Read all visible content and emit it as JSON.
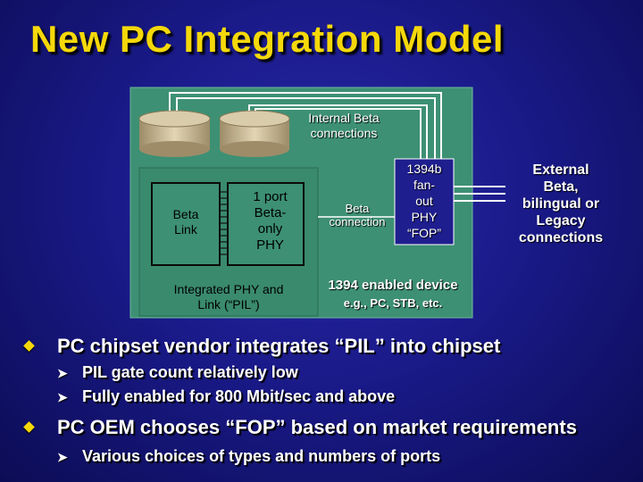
{
  "title": "New PC Integration Model",
  "diagram": {
    "internal_beta": "Internal Beta connections",
    "beta_link": [
      "Beta",
      "Link"
    ],
    "one_port_phy": [
      "1 port",
      "Beta-",
      "only",
      "PHY"
    ],
    "pil_label": [
      "Integrated PHY and",
      "Link (“PIL”)"
    ],
    "beta_connection": [
      "Beta",
      "connection"
    ],
    "fop": [
      "1394b",
      "fan-",
      "out",
      "PHY",
      "“FOP”"
    ],
    "external": [
      "External",
      "Beta,",
      "bilingual or",
      "Legacy",
      "connections"
    ],
    "enabled_device": "1394 enabled device",
    "enabled_device_sub": "e.g., PC, STB, etc."
  },
  "bullets": [
    {
      "text": "PC chipset vendor integrates “PIL” into chipset",
      "sub": [
        "PIL gate count relatively low",
        "Fully enabled for 800 Mbit/sec and above"
      ]
    },
    {
      "text": "PC OEM chooses “FOP” based on market requirements",
      "sub": [
        "Various choices of types and numbers of ports"
      ]
    }
  ],
  "colors": {
    "title": "#f5d80a",
    "bullet": "#f5d80a",
    "panel": "#3d9074",
    "disk": "#c9b995",
    "fop_box": "#1e1e8e"
  }
}
